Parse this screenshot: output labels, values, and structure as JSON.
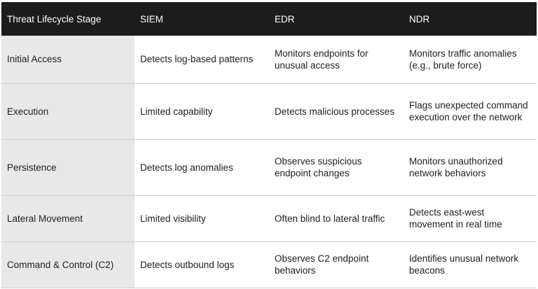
{
  "table": {
    "headers": [
      "Threat Lifecycle Stage",
      "SIEM",
      "EDR",
      "NDR"
    ],
    "rows": [
      [
        "Initial Access",
        "Detects log-based patterns",
        "Monitors endpoints for unusual access",
        "Monitors traffic anomalies (e.g., brute force)"
      ],
      [
        "Execution",
        "Limited capability",
        "Detects malicious processes",
        "Flags unexpected command execution over the network"
      ],
      [
        "Persistence",
        "Detects log anomalies",
        "Observes suspicious endpoint changes",
        "Monitors unauthorized network behaviors"
      ],
      [
        "Lateral Movement",
        "Limited visibility",
        "Often blind to lateral traffic",
        "Detects east-west movement in real time"
      ],
      [
        "Command & Control (C2)",
        "Detects outbound logs",
        "Observes C2 endpoint behaviors",
        "Identifies unusual network beacons"
      ]
    ]
  },
  "colors": {
    "header_bg": "#1c1c1c",
    "header_text": "#ffffff",
    "stage_column_bg": "#e8e8e8",
    "body_bg": "#ffffff",
    "row_divider": "#cfcfcf"
  }
}
